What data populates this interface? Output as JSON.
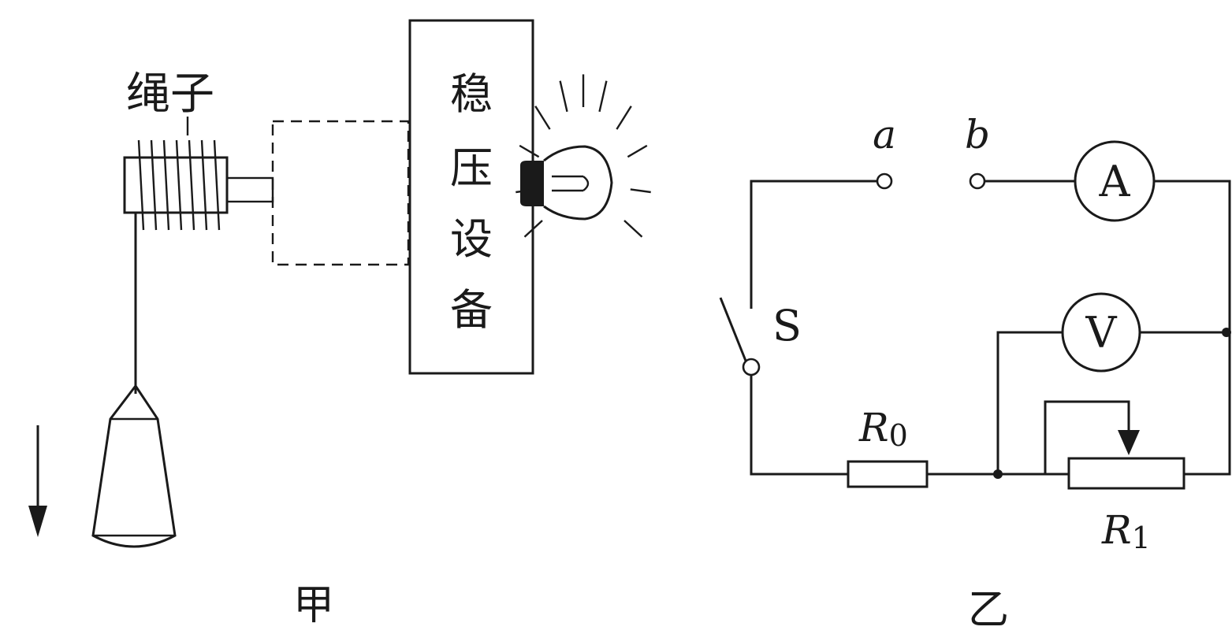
{
  "figure_jia": {
    "rope_label": "绳子",
    "device_label_chars": [
      "稳",
      "压",
      "设",
      "备"
    ],
    "caption": "甲"
  },
  "figure_yi": {
    "terminal_a": "a",
    "terminal_b": "b",
    "ammeter_symbol": "A",
    "voltmeter_symbol": "V",
    "switch_label": "S",
    "resistor_r0": {
      "letter": "R",
      "subscript": "0"
    },
    "resistor_r1": {
      "letter": "R",
      "subscript": "1"
    },
    "caption": "乙"
  }
}
